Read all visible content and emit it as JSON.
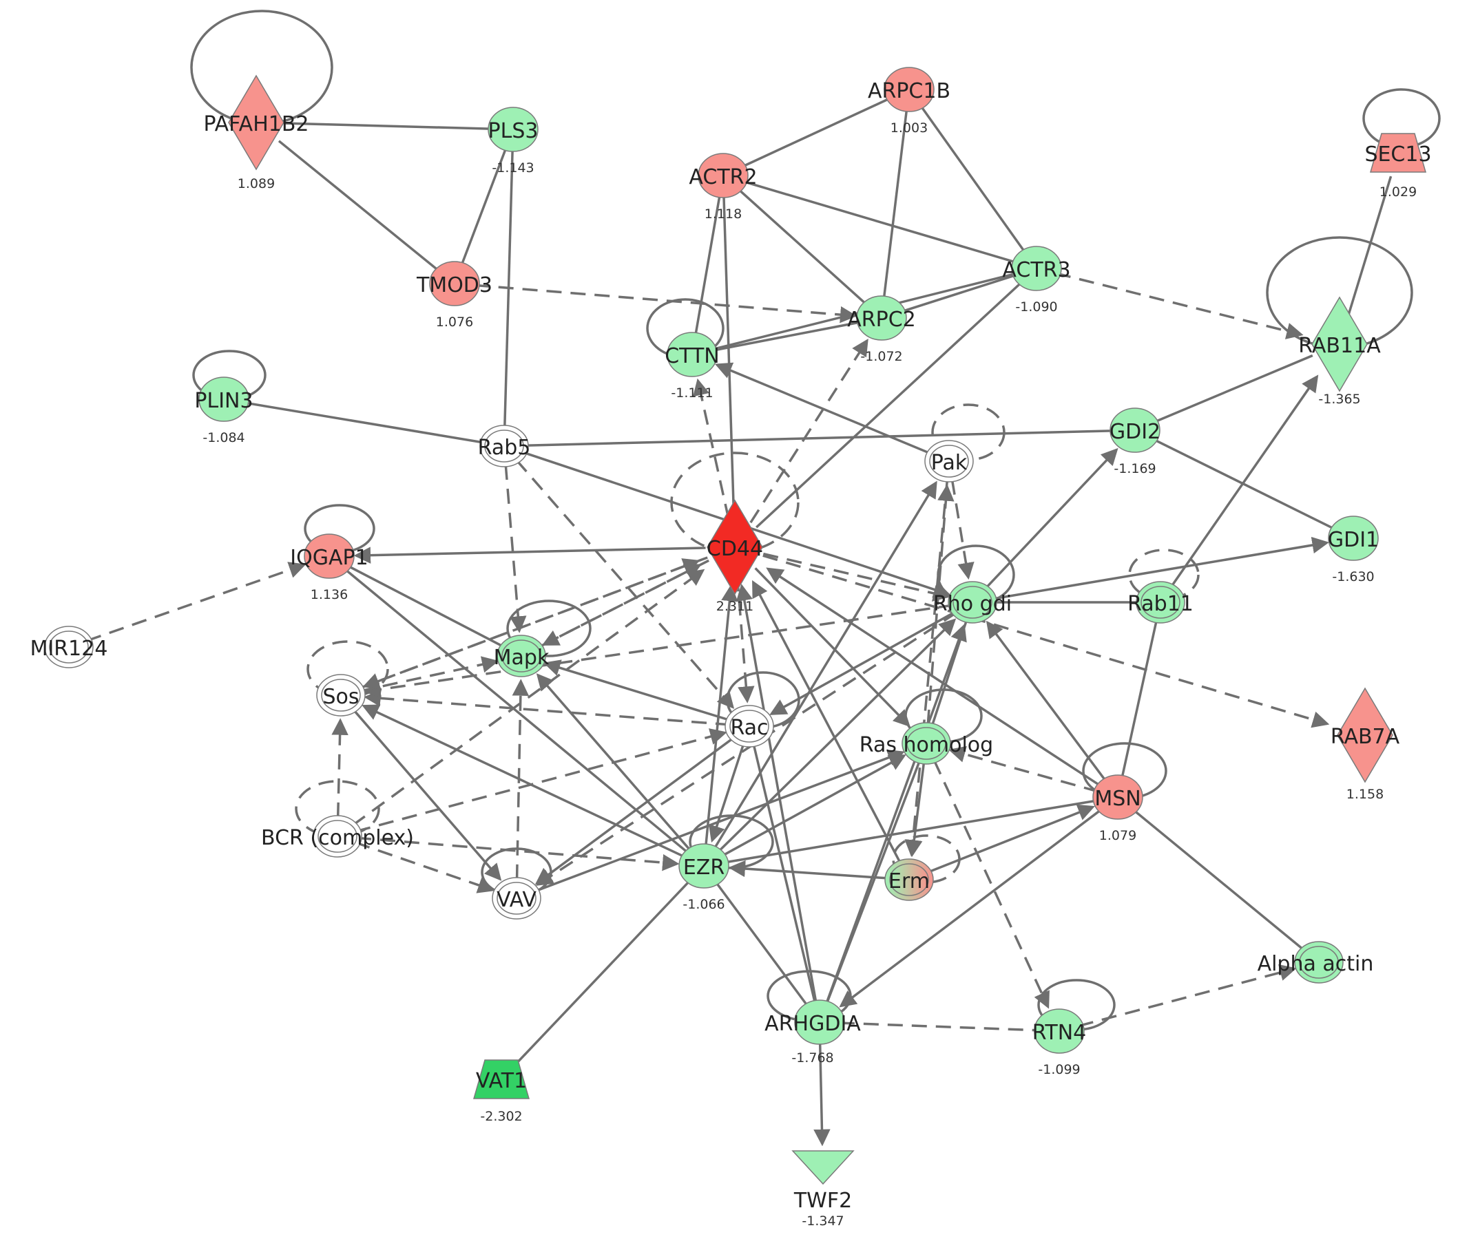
{
  "colors": {
    "up": "#f7938d",
    "up_strong": "#f22a24",
    "down": "#9ef0b4",
    "down_strong": "#33d165",
    "neutral": "#ffffff",
    "edge": "#6f6f6f"
  },
  "nodes": [
    {
      "id": "PAFAH1B2",
      "label": "PAFAH1B2",
      "value": "1.089",
      "shape": "diamond",
      "color": "up"
    },
    {
      "id": "PLS3",
      "label": "PLS3",
      "value": "-1.143",
      "shape": "circle",
      "color": "down"
    },
    {
      "id": "ARPC1B",
      "label": "ARPC1B",
      "value": "1.003",
      "shape": "circle",
      "color": "up"
    },
    {
      "id": "ACTR2",
      "label": "ACTR2",
      "value": "1.118",
      "shape": "circle",
      "color": "up"
    },
    {
      "id": "SEC13",
      "label": "SEC13",
      "value": "1.029",
      "shape": "trapezoid",
      "color": "up"
    },
    {
      "id": "TMOD3",
      "label": "TMOD3",
      "value": "1.076",
      "shape": "circle",
      "color": "up"
    },
    {
      "id": "ACTR3",
      "label": "ACTR3",
      "value": "-1.090",
      "shape": "circle",
      "color": "down"
    },
    {
      "id": "ARPC2",
      "label": "ARPC2",
      "value": "-1.072",
      "shape": "circle",
      "color": "down"
    },
    {
      "id": "CTTN",
      "label": "CTTN",
      "value": "-1.111",
      "shape": "circle",
      "color": "down"
    },
    {
      "id": "RAB11A",
      "label": "RAB11A",
      "value": "-1.365",
      "shape": "diamond",
      "color": "down"
    },
    {
      "id": "PLIN3",
      "label": "PLIN3",
      "value": "-1.084",
      "shape": "circle",
      "color": "down"
    },
    {
      "id": "Rab5",
      "label": "Rab5",
      "value": "",
      "shape": "ring",
      "color": "neutral"
    },
    {
      "id": "GDI2",
      "label": "GDI2",
      "value": "-1.169",
      "shape": "circle",
      "color": "down"
    },
    {
      "id": "Pak",
      "label": "Pak",
      "value": "",
      "shape": "ring",
      "color": "neutral"
    },
    {
      "id": "IQGAP1",
      "label": "IQGAP1",
      "value": "1.136",
      "shape": "circle",
      "color": "up"
    },
    {
      "id": "CD44",
      "label": "CD44",
      "value": "2.311",
      "shape": "diamond",
      "color": "up_strong"
    },
    {
      "id": "GDI1",
      "label": "GDI1",
      "value": "-1.630",
      "shape": "circle",
      "color": "down"
    },
    {
      "id": "MIR124",
      "label": "MIR124",
      "value": "",
      "shape": "ring",
      "color": "neutral"
    },
    {
      "id": "Rhogdi",
      "label": "Rho gdi",
      "value": "",
      "shape": "ring",
      "color": "down"
    },
    {
      "id": "Rab11",
      "label": "Rab11",
      "value": "",
      "shape": "ring",
      "color": "down"
    },
    {
      "id": "Mapk",
      "label": "Mapk",
      "value": "",
      "shape": "ring",
      "color": "down"
    },
    {
      "id": "Sos",
      "label": "Sos",
      "value": "",
      "shape": "ring",
      "color": "neutral"
    },
    {
      "id": "Rac",
      "label": "Rac",
      "value": "",
      "shape": "ring",
      "color": "neutral"
    },
    {
      "id": "Rashomolog",
      "label": "Ras homolog",
      "value": "",
      "shape": "ring",
      "color": "down"
    },
    {
      "id": "RAB7A",
      "label": "RAB7A",
      "value": "1.158",
      "shape": "diamond",
      "color": "up"
    },
    {
      "id": "MSN",
      "label": "MSN",
      "value": "1.079",
      "shape": "circle",
      "color": "up"
    },
    {
      "id": "BCR",
      "label": "BCR (complex)",
      "value": "",
      "shape": "ring",
      "color": "neutral"
    },
    {
      "id": "EZR",
      "label": "EZR",
      "value": "-1.066",
      "shape": "circle",
      "color": "down"
    },
    {
      "id": "Erm",
      "label": "Erm",
      "value": "",
      "shape": "ring",
      "color": "mixed"
    },
    {
      "id": "VAV",
      "label": "VAV",
      "value": "",
      "shape": "ring",
      "color": "neutral"
    },
    {
      "id": "Alphaactin",
      "label": "Alpha actin",
      "value": "",
      "shape": "ring",
      "color": "down"
    },
    {
      "id": "ARHGDIA",
      "label": "ARHGDIA",
      "value": "-1.768",
      "shape": "circle",
      "color": "down"
    },
    {
      "id": "RTN4",
      "label": "RTN4",
      "value": "-1.099",
      "shape": "circle",
      "color": "down"
    },
    {
      "id": "VAT1",
      "label": "VAT1",
      "value": "-2.302",
      "shape": "trapezoid",
      "color": "down_strong"
    },
    {
      "id": "TWF2",
      "label": "TWF2",
      "value": "-1.347",
      "shape": "triangle-down",
      "color": "down"
    }
  ],
  "edges": [
    {
      "from": "PAFAH1B2",
      "to": "PLS3",
      "style": "solid",
      "arrow": false
    },
    {
      "from": "PAFAH1B2",
      "to": "TMOD3",
      "style": "solid",
      "arrow": false
    },
    {
      "from": "PLS3",
      "to": "TMOD3",
      "style": "solid",
      "arrow": false
    },
    {
      "from": "PLS3",
      "to": "Rab5",
      "style": "solid",
      "arrow": false
    },
    {
      "from": "ARPC1B",
      "to": "ACTR2",
      "style": "solid",
      "arrow": false
    },
    {
      "from": "ARPC1B",
      "to": "ARPC2",
      "style": "solid",
      "arrow": false
    },
    {
      "from": "ARPC1B",
      "to": "ACTR3",
      "style": "solid",
      "arrow": false
    },
    {
      "from": "ACTR2",
      "to": "ACTR3",
      "style": "solid",
      "arrow": false
    },
    {
      "from": "ACTR2",
      "to": "ARPC2",
      "style": "solid",
      "arrow": false
    },
    {
      "from": "ACTR2",
      "to": "CTTN",
      "style": "solid",
      "arrow": false
    },
    {
      "from": "ACTR2",
      "to": "CD44",
      "style": "solid",
      "arrow": false
    },
    {
      "from": "ACTR3",
      "to": "ARPC2",
      "style": "solid",
      "arrow": false
    },
    {
      "from": "ACTR3",
      "to": "CTTN",
      "style": "solid",
      "arrow": false
    },
    {
      "from": "ARPC2",
      "to": "CTTN",
      "style": "solid",
      "arrow": false
    },
    {
      "from": "TMOD3",
      "to": "ARPC2",
      "style": "dashed",
      "arrow": true
    },
    {
      "from": "ACTR3",
      "to": "RAB11A",
      "style": "dashed",
      "arrow": true
    },
    {
      "from": "ACTR3",
      "to": "CD44",
      "style": "solid",
      "arrow": false
    },
    {
      "from": "SEC13",
      "to": "RAB11A",
      "style": "solid",
      "arrow": false
    },
    {
      "from": "PLIN3",
      "to": "Rab5",
      "style": "solid",
      "arrow": false
    },
    {
      "from": "Rab5",
      "to": "GDI2",
      "style": "solid",
      "arrow": false
    },
    {
      "from": "Rab5",
      "to": "Mapk",
      "style": "dashed",
      "arrow": true
    },
    {
      "from": "Rab5",
      "to": "Rac",
      "style": "dashed",
      "arrow": true
    },
    {
      "from": "Rab5",
      "to": "Rhogdi",
      "style": "solid",
      "arrow": true
    },
    {
      "from": "GDI2",
      "to": "RAB11A",
      "style": "solid",
      "arrow": false
    },
    {
      "from": "GDI2",
      "to": "GDI1",
      "style": "solid",
      "arrow": false
    },
    {
      "from": "Pak",
      "to": "CTTN",
      "style": "solid",
      "arrow": true
    },
    {
      "from": "CD44",
      "to": "CTTN",
      "style": "dashed",
      "arrow": true
    },
    {
      "from": "CD44",
      "to": "IQGAP1",
      "style": "solid",
      "arrow": true
    },
    {
      "from": "CD44",
      "to": "Rhogdi",
      "style": "dashed",
      "arrow": true
    },
    {
      "from": "CD44",
      "to": "ARPC2",
      "style": "dashed",
      "arrow": true
    },
    {
      "from": "CD44",
      "to": "Rac",
      "style": "dashed",
      "arrow": true
    },
    {
      "from": "CD44",
      "to": "RAB7A",
      "style": "dashed",
      "arrow": true
    },
    {
      "from": "MIR124",
      "to": "IQGAP1",
      "style": "dashed",
      "arrow": true
    },
    {
      "from": "IQGAP1",
      "to": "Mapk",
      "style": "solid",
      "arrow": false
    },
    {
      "from": "IQGAP1",
      "to": "EZR",
      "style": "solid",
      "arrow": false
    },
    {
      "from": "Mapk",
      "to": "CD44",
      "style": "dashed",
      "arrow": true
    },
    {
      "from": "Sos",
      "to": "CD44",
      "style": "dashed",
      "arrow": true
    },
    {
      "from": "Rac",
      "to": "Mapk",
      "style": "solid",
      "arrow": true
    },
    {
      "from": "Rac",
      "to": "Sos",
      "style": "dashed",
      "arrow": true
    },
    {
      "from": "Rac",
      "to": "EZR",
      "style": "solid",
      "arrow": true
    },
    {
      "from": "Rac",
      "to": "VAV",
      "style": "solid",
      "arrow": true
    },
    {
      "from": "Rac",
      "to": "ARHGDIA",
      "style": "solid",
      "arrow": false
    },
    {
      "from": "Rhogdi",
      "to": "Rac",
      "style": "solid",
      "arrow": true
    },
    {
      "from": "Rhogdi",
      "to": "Sos",
      "style": "dashed",
      "arrow": true
    },
    {
      "from": "Rhogdi",
      "to": "GDI1",
      "style": "solid",
      "arrow": true
    },
    {
      "from": "Rhogdi",
      "to": "GDI2",
      "style": "solid",
      "arrow": true
    },
    {
      "from": "Rhogdi",
      "to": "Rab11",
      "style": "solid",
      "arrow": false
    },
    {
      "from": "Rhogdi",
      "to": "Rashomolog",
      "style": "solid",
      "arrow": false
    },
    {
      "from": "Rab11",
      "to": "RAB11A",
      "style": "solid",
      "arrow": true
    },
    {
      "from": "Rab11",
      "to": "MSN",
      "style": "solid",
      "arrow": false
    },
    {
      "from": "MSN",
      "to": "Rhogdi",
      "style": "solid",
      "arrow": true
    },
    {
      "from": "MSN",
      "to": "Rashomolog",
      "style": "dashed",
      "arrow": true
    },
    {
      "from": "MSN",
      "to": "Alphaactin",
      "style": "solid",
      "arrow": false
    },
    {
      "from": "MSN",
      "to": "EZR",
      "style": "solid",
      "arrow": false
    },
    {
      "from": "MSN",
      "to": "ARHGDIA",
      "style": "solid",
      "arrow": true
    },
    {
      "from": "MSN",
      "to": "CD44",
      "style": "solid",
      "arrow": true
    },
    {
      "from": "Rashomolog",
      "to": "Pak",
      "style": "dashed",
      "arrow": true
    },
    {
      "from": "Rashomolog",
      "to": "Erm",
      "style": "solid",
      "arrow": true
    },
    {
      "from": "Rashomolog",
      "to": "RTN4",
      "style": "dashed",
      "arrow": true
    },
    {
      "from": "Rashomolog",
      "to": "ARHGDIA",
      "style": "solid",
      "arrow": false
    },
    {
      "from": "EZR",
      "to": "Sos",
      "style": "solid",
      "arrow": true
    },
    {
      "from": "EZR",
      "to": "Mapk",
      "style": "solid",
      "arrow": true
    },
    {
      "from": "EZR",
      "to": "Rashomolog",
      "style": "solid",
      "arrow": true
    },
    {
      "from": "EZR",
      "to": "Rhogdi",
      "style": "solid",
      "arrow": true
    },
    {
      "from": "EZR",
      "to": "Pak",
      "style": "solid",
      "arrow": true
    },
    {
      "from": "EZR",
      "to": "CD44",
      "style": "solid",
      "arrow": true
    },
    {
      "from": "EZR",
      "to": "VAT1",
      "style": "solid",
      "arrow": false
    },
    {
      "from": "EZR",
      "to": "ARHGDIA",
      "style": "solid",
      "arrow": false
    },
    {
      "from": "Erm",
      "to": "EZR",
      "style": "solid",
      "arrow": true
    },
    {
      "from": "Erm",
      "to": "CD44",
      "style": "solid",
      "arrow": true
    },
    {
      "from": "Erm",
      "to": "MSN",
      "style": "solid",
      "arrow": true
    },
    {
      "from": "BCR",
      "to": "Sos",
      "style": "dashed",
      "arrow": true
    },
    {
      "from": "BCR",
      "to": "VAV",
      "style": "dashed",
      "arrow": true
    },
    {
      "from": "BCR",
      "to": "EZR",
      "style": "dashed",
      "arrow": true
    },
    {
      "from": "BCR",
      "to": "Rac",
      "style": "dashed",
      "arrow": true
    },
    {
      "from": "BCR",
      "to": "CD44",
      "style": "dashed",
      "arrow": true
    },
    {
      "from": "VAV",
      "to": "Mapk",
      "style": "dashed",
      "arrow": true
    },
    {
      "from": "VAV",
      "to": "Rashomolog",
      "style": "solid",
      "arrow": true
    },
    {
      "from": "Sos",
      "to": "VAV",
      "style": "solid",
      "arrow": true
    },
    {
      "from": "ARHGDIA",
      "to": "Rhogdi",
      "style": "solid",
      "arrow": true
    },
    {
      "from": "ARHGDIA",
      "to": "RTN4",
      "style": "dashed",
      "arrow": false
    },
    {
      "from": "ARHGDIA",
      "to": "TWF2",
      "style": "solid",
      "arrow": true
    },
    {
      "from": "ARHGDIA",
      "to": "CD44",
      "style": "solid",
      "arrow": true
    },
    {
      "from": "RTN4",
      "to": "Alphaactin",
      "style": "dashed",
      "arrow": true
    },
    {
      "from": "CD44",
      "to": "Mapk",
      "style": "dashed",
      "arrow": true
    },
    {
      "from": "CD44",
      "to": "Sos",
      "style": "dashed",
      "arrow": true
    },
    {
      "from": "CD44",
      "to": "Rashomolog",
      "style": "solid",
      "arrow": true
    },
    {
      "from": "Pak",
      "to": "Rhogdi",
      "style": "dashed",
      "arrow": true
    },
    {
      "from": "Pak",
      "to": "Erm",
      "style": "dashed",
      "arrow": true
    },
    {
      "from": "Sos",
      "to": "Mapk",
      "style": "dashed",
      "arrow": true
    },
    {
      "from": "Rhogdi",
      "to": "VAV",
      "style": "dashed",
      "arrow": true
    }
  ]
}
